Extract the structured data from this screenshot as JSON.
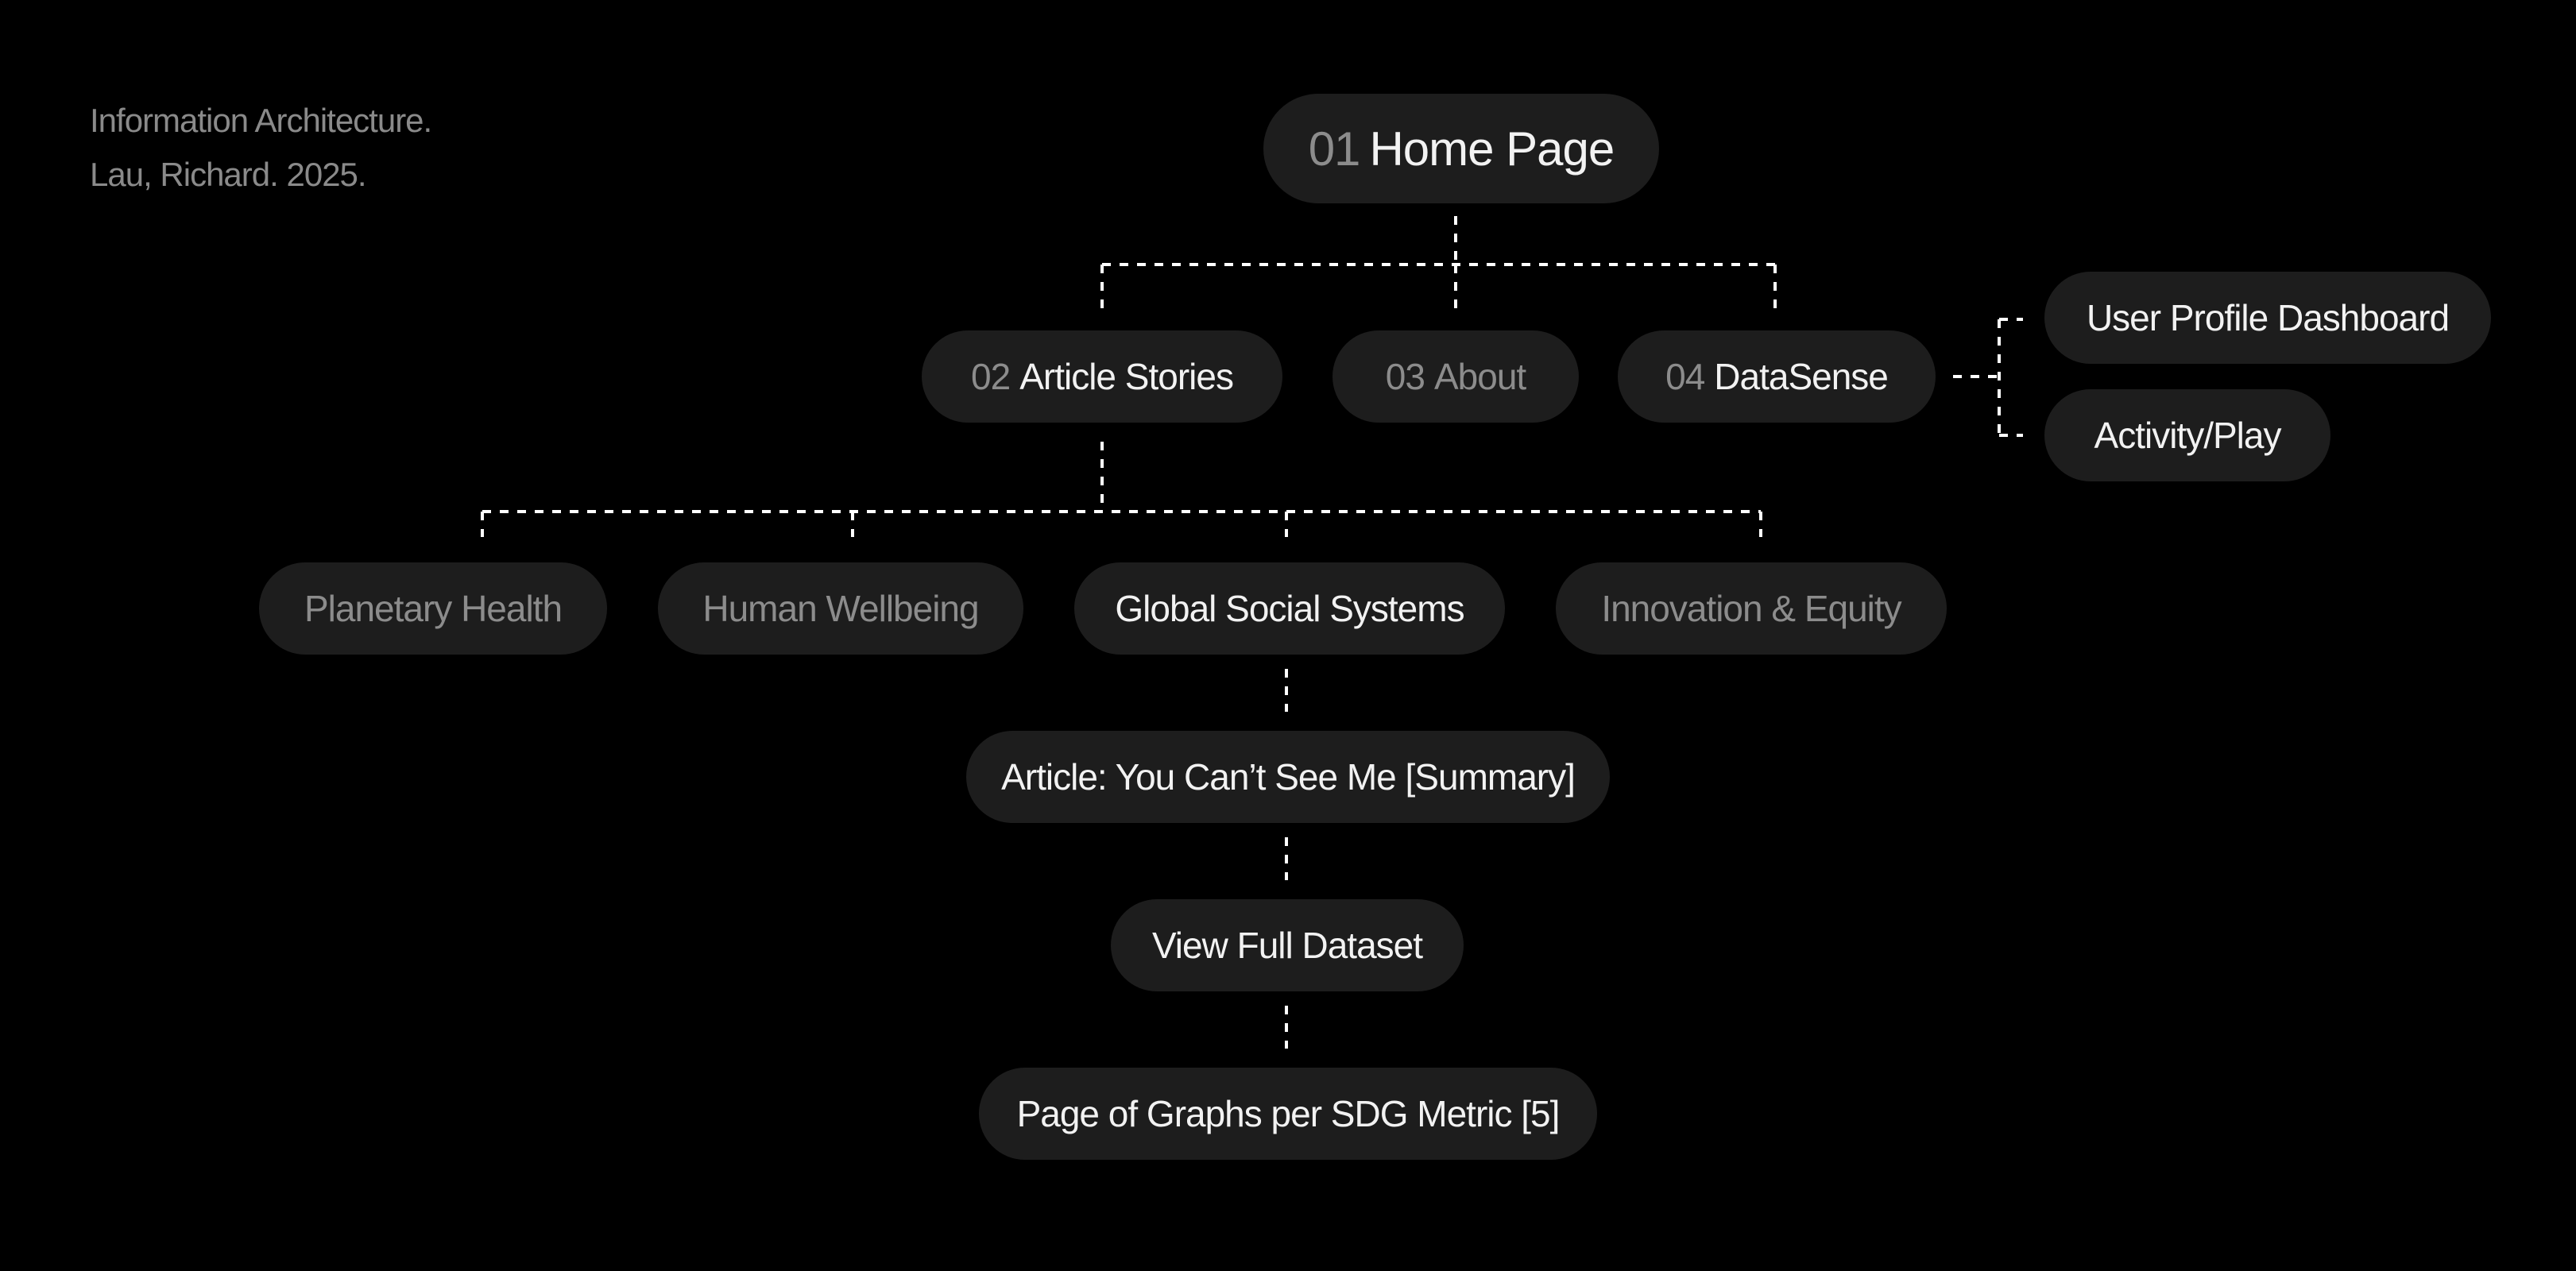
{
  "caption": {
    "line1": "Information Architecture.",
    "line2": "Lau, Richard. 2025."
  },
  "nodes": {
    "home": {
      "num": "01",
      "label": "Home Page"
    },
    "article_stories": {
      "num": "02",
      "label": "Article Stories"
    },
    "about": {
      "num": "03",
      "label": "About"
    },
    "datasense": {
      "num": "04",
      "label": "DataSense"
    },
    "user_profile": {
      "label": "User Profile Dashboard"
    },
    "activity_play": {
      "label": "Activity/Play"
    },
    "planetary_health": {
      "label": "Planetary Health"
    },
    "human_wellbeing": {
      "label": "Human Wellbeing"
    },
    "global_social_systems": {
      "label": "Global Social Systems"
    },
    "innovation_equity": {
      "label": "Innovation & Equity"
    },
    "article_summary": {
      "label": "Article: You Can’t See Me [Summary]"
    },
    "view_full_dataset": {
      "label": "View Full Dataset"
    },
    "graphs_page": {
      "label": "Page of Graphs per SDG Metric [5]"
    }
  },
  "colors": {
    "background": "#000000",
    "node_fill": "#1d1d1d",
    "text_active": "#f2f2f2",
    "text_muted": "#8c8c8c",
    "connector": "#ffffff"
  }
}
